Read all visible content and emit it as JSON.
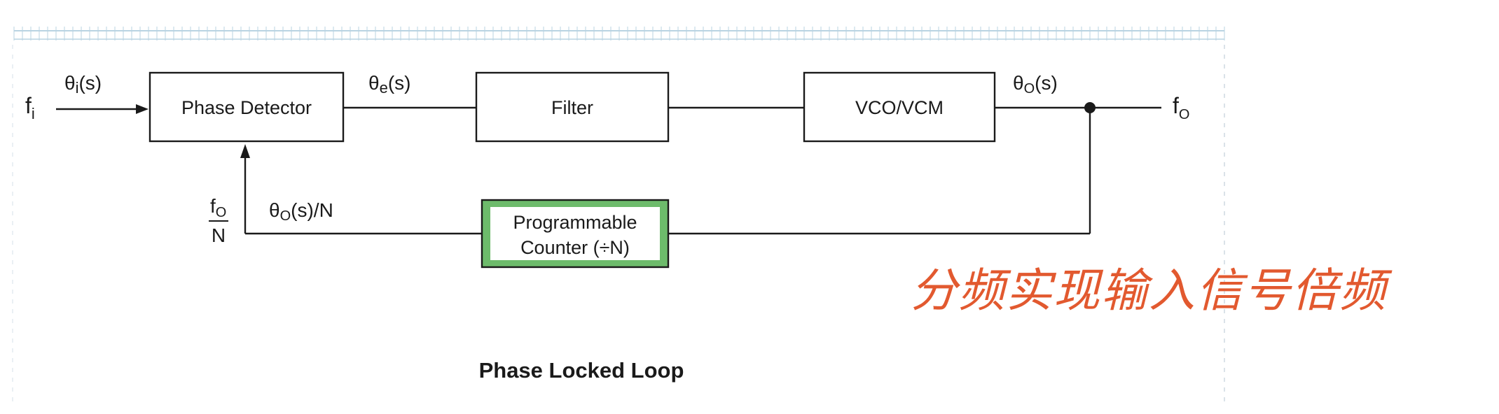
{
  "diagram": {
    "title": "Phase Locked Loop",
    "colors": {
      "stroke": "#1a1a1a",
      "counter_fill": "#6dbb6b",
      "counter_inner": "#ffffff",
      "handwriting": "#e2592f",
      "grid": "#b9d3e2"
    },
    "blocks": {
      "phase_detector": "Phase Detector",
      "filter": "Filter",
      "vco": "VCO/VCM",
      "counter_line1": "Programmable",
      "counter_line2": "Counter (÷N)"
    },
    "signals": {
      "input_freq": "fi",
      "input_freq_base": "f",
      "input_freq_sub": "i",
      "theta_i": "θi(s)",
      "theta_i_base": "θ",
      "theta_i_sub": "i",
      "theta_i_tail": "(s)",
      "theta_e_base": "θ",
      "theta_e_sub": "e",
      "theta_e_tail": "(s)",
      "theta_o_base": "θ",
      "theta_o_sub": "O",
      "theta_o_tail": "(s)",
      "output_freq_base": "f",
      "output_freq_sub": "O",
      "feedback_theta_base": "θ",
      "feedback_theta_sub": "O",
      "feedback_theta_tail": "(s)/N",
      "feedback_freq_num_base": "f",
      "feedback_freq_num_sub": "O",
      "feedback_freq_den": "N"
    },
    "annotation": "分频实现输入信号倍频"
  }
}
